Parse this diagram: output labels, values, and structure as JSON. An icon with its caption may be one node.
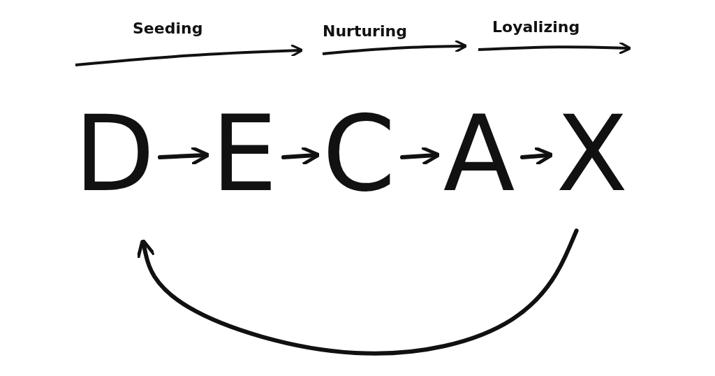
{
  "diagram": {
    "nodes": [
      {
        "text": [
          "D"
        ]
      },
      {
        "text": [
          "E"
        ]
      },
      {
        "text": [
          "C"
        ]
      },
      {
        "text": [
          "A"
        ]
      },
      {
        "text": [
          "X"
        ]
      }
    ],
    "edges": [
      {
        "from": 0,
        "to": 1,
        "arrow": "to"
      },
      {
        "from": 1,
        "to": 2,
        "arrow": "to"
      },
      {
        "from": 2,
        "to": 3,
        "arrow": "to"
      },
      {
        "from": 3,
        "to": 4,
        "arrow": "to"
      },
      {
        "from": 4,
        "to": 0,
        "arrow": "to"
      }
    ],
    "labels": [
      "Seeding",
      "Nurturing",
      "Loyalizing"
    ]
  }
}
